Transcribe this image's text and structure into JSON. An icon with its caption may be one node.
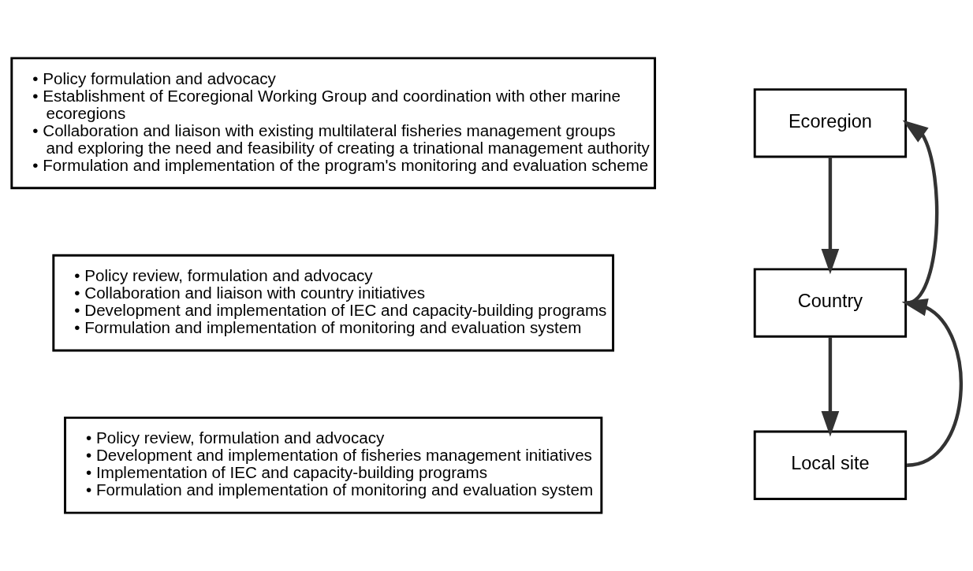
{
  "diagram": {
    "nodes": [
      {
        "text": [
          "• Policy formulation and advocacy",
          "• Establishment of Ecoregional Working Group and coordination with other marine ecoregions",
          "• Collaboration and liaison with existing multilateral fisheries management groups and exploring the need and feasibility of creating a trinational management authority",
          "• Formulation and implementation of the program's monitoring and evaluation scheme"
        ]
      },
      {
        "text": [
          "Ecoregion"
        ]
      },
      {
        "text": [
          "• Policy review, formulation and advocacy",
          "• Collaboration and liaison with country initiatives",
          "• Development and implementation of IEC and capacity-building programs",
          "• Formulation and implementation of monitoring and evaluation system"
        ]
      },
      {
        "text": [
          "Country"
        ]
      },
      {
        "text": [
          "• Policy review, formulation and advocacy",
          "• Development and implementation of fisheries management initiatives",
          "• Implementation of IEC and capacity-building programs",
          "• Formulation and implementation of monitoring and evaluation system"
        ]
      },
      {
        "text": [
          "Local site"
        ]
      }
    ],
    "edges": [
      {
        "from": 1,
        "to": 3,
        "arrow": "to"
      },
      {
        "from": 3,
        "to": 5,
        "arrow": "to"
      },
      {
        "from": 5,
        "to": 3,
        "arrow": "to"
      },
      {
        "from": 3,
        "to": 1,
        "arrow": "to"
      }
    ]
  }
}
